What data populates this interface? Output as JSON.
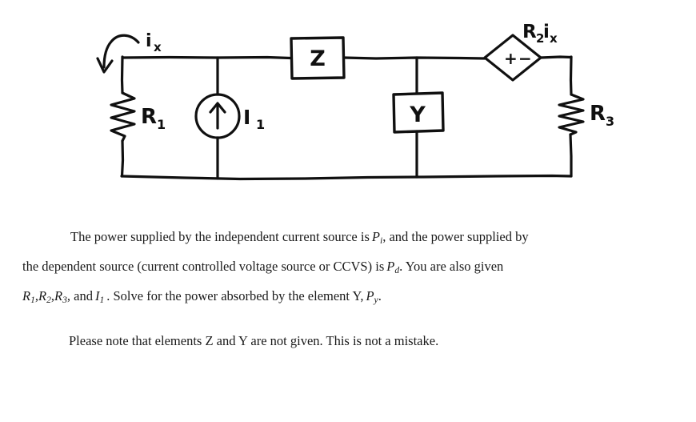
{
  "figure": {
    "title": "hand-drawn-circuit-schematic",
    "stroke_color": "#101010",
    "background": "#ffffff",
    "labels": {
      "ix": "i",
      "ix_sub": "x",
      "r1": "R",
      "r1_sub": "1",
      "i1": "I",
      "i1_sub": "1",
      "z": "Z",
      "y": "Y",
      "r3": "R",
      "r3_sub": "3",
      "dependent_source": "R₂iₓ",
      "dependent_source_main": "R",
      "dependent_source_sub": "2",
      "dependent_source_i": "i",
      "dependent_source_isub": "x",
      "polarity_plus": "+",
      "polarity_minus": "−"
    },
    "components": [
      {
        "name": "resistor-r1",
        "label": "R1",
        "type": "resistor",
        "orientation": "vertical"
      },
      {
        "name": "current-source-i1",
        "label": "I1",
        "type": "independent-current-source",
        "direction": "up"
      },
      {
        "name": "element-z",
        "label": "Z",
        "type": "unknown-box"
      },
      {
        "name": "element-y",
        "label": "Y",
        "type": "unknown-box"
      },
      {
        "name": "dependent-source-ccvs",
        "label": "R2ix",
        "type": "current-controlled-voltage-source",
        "polarity": "+ -"
      },
      {
        "name": "resistor-r3",
        "label": "R3",
        "type": "resistor",
        "orientation": "vertical"
      },
      {
        "name": "current-arrow-ix",
        "label": "ix",
        "type": "current-direction-arrow"
      }
    ]
  },
  "problem": {
    "paragraph1": {
      "t1": "The power supplied by the independent current source is",
      "P": "P",
      "P_sub": "i",
      "t2": ", and the power supplied by"
    },
    "paragraph2": {
      "t1": "the dependent source (current controlled voltage source or CCVS) is",
      "P": "P",
      "P_sub": "d",
      "t2": ".  You are also given"
    },
    "paragraph3": {
      "R": "R",
      "R1_sub": "1",
      "R2_sub": "2",
      "R3_sub": "3",
      "comma": ",",
      "and": ", and",
      "I": "I",
      "I_sub": "1",
      "t1": ".  Solve for the power absorbed by the element Y,",
      "Py": "P",
      "Py_sub": "y",
      "period": "."
    },
    "note": "Please note that elements Z and Y are not given.  This is not a mistake."
  }
}
